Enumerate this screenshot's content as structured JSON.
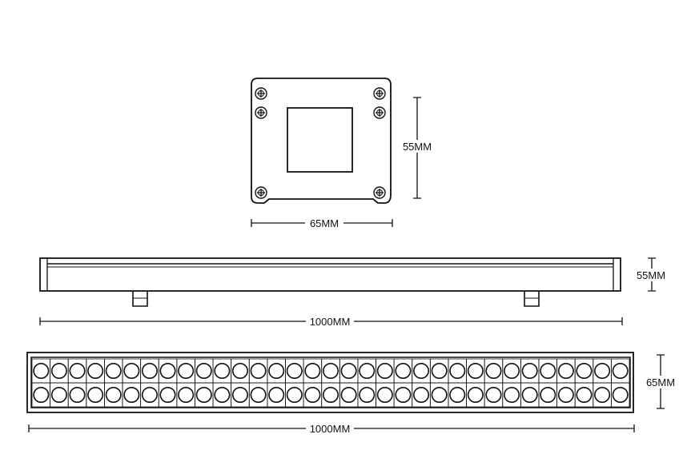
{
  "end_view": {
    "width_label": "65MM",
    "height_label": "55MM"
  },
  "side_view": {
    "length_label": "1000MM",
    "height_label": "55MM"
  },
  "front_view": {
    "length_label": "1000MM",
    "height_label": "65MM",
    "led_rows": 2,
    "leds_per_row": 33
  },
  "colors": {
    "line": "#111111",
    "background": "#ffffff"
  }
}
